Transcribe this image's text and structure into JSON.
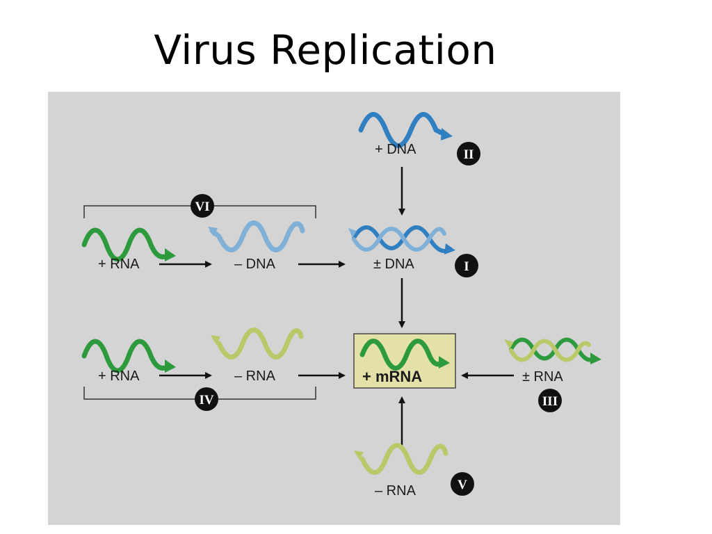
{
  "slide": {
    "title": "Virus Replication"
  },
  "diagram": {
    "labels": {
      "plus_dna": "+ DNA",
      "pm_dna": "± DNA",
      "vi_plus_rna": "+ RNA",
      "minus_dna": "– DNA",
      "iv_plus_rna": "+ RNA",
      "iv_minus_rna": "– RNA",
      "mrna": "+ mRNA",
      "pm_rna": "± RNA",
      "v_minus_rna": "– RNA"
    },
    "badges": {
      "I": "I",
      "II": "II",
      "III": "III",
      "IV": "IV",
      "V": "V",
      "VI": "VI"
    },
    "colors": {
      "background": "#d4d4d4",
      "dna_blue": "#2f7fc1",
      "dna_light_blue": "#7fb0d8",
      "rna_green": "#2e9a3e",
      "rna_light_green": "#b9c96a",
      "mrna_box": "#e3e0a8",
      "badge": "#111111"
    }
  }
}
